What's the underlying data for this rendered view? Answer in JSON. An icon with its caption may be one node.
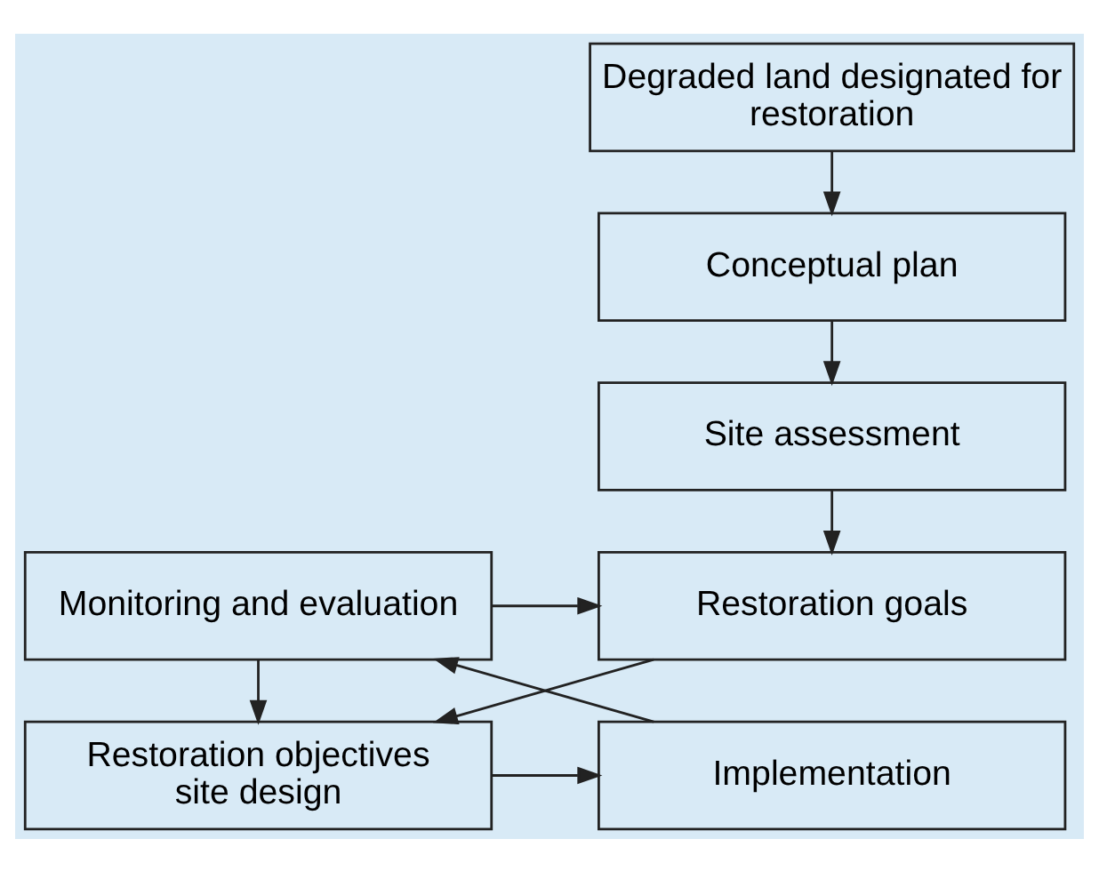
{
  "diagram": {
    "nodes": [
      {
        "text": [
          "Degraded land designated for restoration"
        ]
      },
      {
        "text": [
          "Conceptual plan"
        ]
      },
      {
        "text": [
          "Site assessment"
        ]
      },
      {
        "text": [
          "Restoration goals"
        ]
      },
      {
        "text": [
          "Monitoring and evaluation"
        ]
      },
      {
        "text": [
          "Restoration objectives site design"
        ]
      },
      {
        "text": [
          "Implementation"
        ]
      }
    ],
    "edges": [
      {
        "from": 0,
        "to": 1,
        "arrow": "to"
      },
      {
        "from": 1,
        "to": 2,
        "arrow": "to"
      },
      {
        "from": 2,
        "to": 3,
        "arrow": "to"
      },
      {
        "from": 3,
        "to": 5,
        "arrow": "to"
      },
      {
        "from": 5,
        "to": 6,
        "arrow": "to"
      },
      {
        "from": 6,
        "to": 4,
        "arrow": "to"
      },
      {
        "from": 4,
        "to": 3,
        "arrow": "to"
      },
      {
        "from": 4,
        "to": 5,
        "arrow": "to"
      }
    ]
  }
}
